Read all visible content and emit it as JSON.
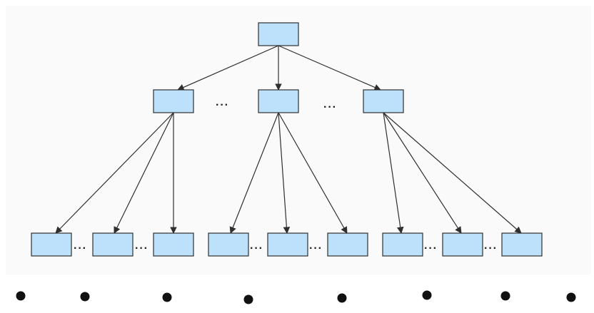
{
  "diagram": {
    "type": "tree",
    "node_fill": "#bde0fb",
    "node_stroke": "#2f2f2f",
    "edge_color": "#2f2f2f",
    "ellipsis_text": "···",
    "levels": 3,
    "root_children_shown": 3,
    "leaves_per_parent_shown": 3,
    "labels": []
  }
}
